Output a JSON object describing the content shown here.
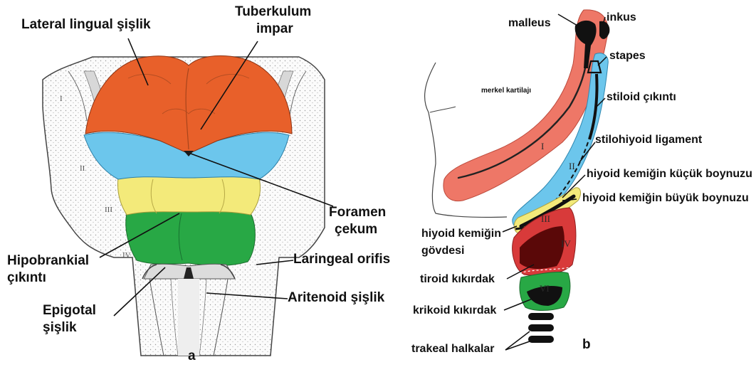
{
  "colors": {
    "orange": "#e8602a",
    "blue": "#6cc6ec",
    "yellow": "#f3ea7a",
    "green": "#28a845",
    "salmon": "#ee7767",
    "dark_red": "#5a0808",
    "red": "#d83a3a",
    "gray": "#e6e6e6",
    "black": "#111111"
  },
  "panel_a": {
    "letter": "a",
    "labels": {
      "lateral_lingual": "Lateral lingual şişlik",
      "tuberkulum_1": "Tuberkulum",
      "tuberkulum_2": "impar",
      "foramen_1": "Foramen",
      "foramen_2": "çekum",
      "hipobrankial_1": "Hipobrankial",
      "hipobrankial_2": "çıkıntı",
      "laringeal": "Laringeal orifis",
      "epigotal_1": "Epigotal",
      "epigotal_2": "şişlik",
      "aritenoid": "Aritenoid şişlik"
    },
    "arch_numerals": [
      "I",
      "II",
      "III",
      "IV"
    ]
  },
  "panel_b": {
    "letter": "b",
    "labels": {
      "malleus": "malleus",
      "inkus": "inkus",
      "stapes": "stapes",
      "merkel": "merkel kartilajı",
      "stiloid": "stiloid çıkıntı",
      "stilohiyoid": "stilohiyoid ligament",
      "kucuk": "hiyoid kemiğin küçük boynuzu",
      "buyuk": "hiyoid kemiğin büyük boynuzu",
      "govde_1": "hiyoid kemiğin",
      "govde_2": "gövdesi",
      "tiroid": "tiroid kıkırdak",
      "krikoid": "krikoid kıkırdak",
      "trakeal": "trakeal halkalar"
    },
    "arch_numerals": [
      "I",
      "II",
      "III",
      "IV",
      "VI"
    ]
  }
}
